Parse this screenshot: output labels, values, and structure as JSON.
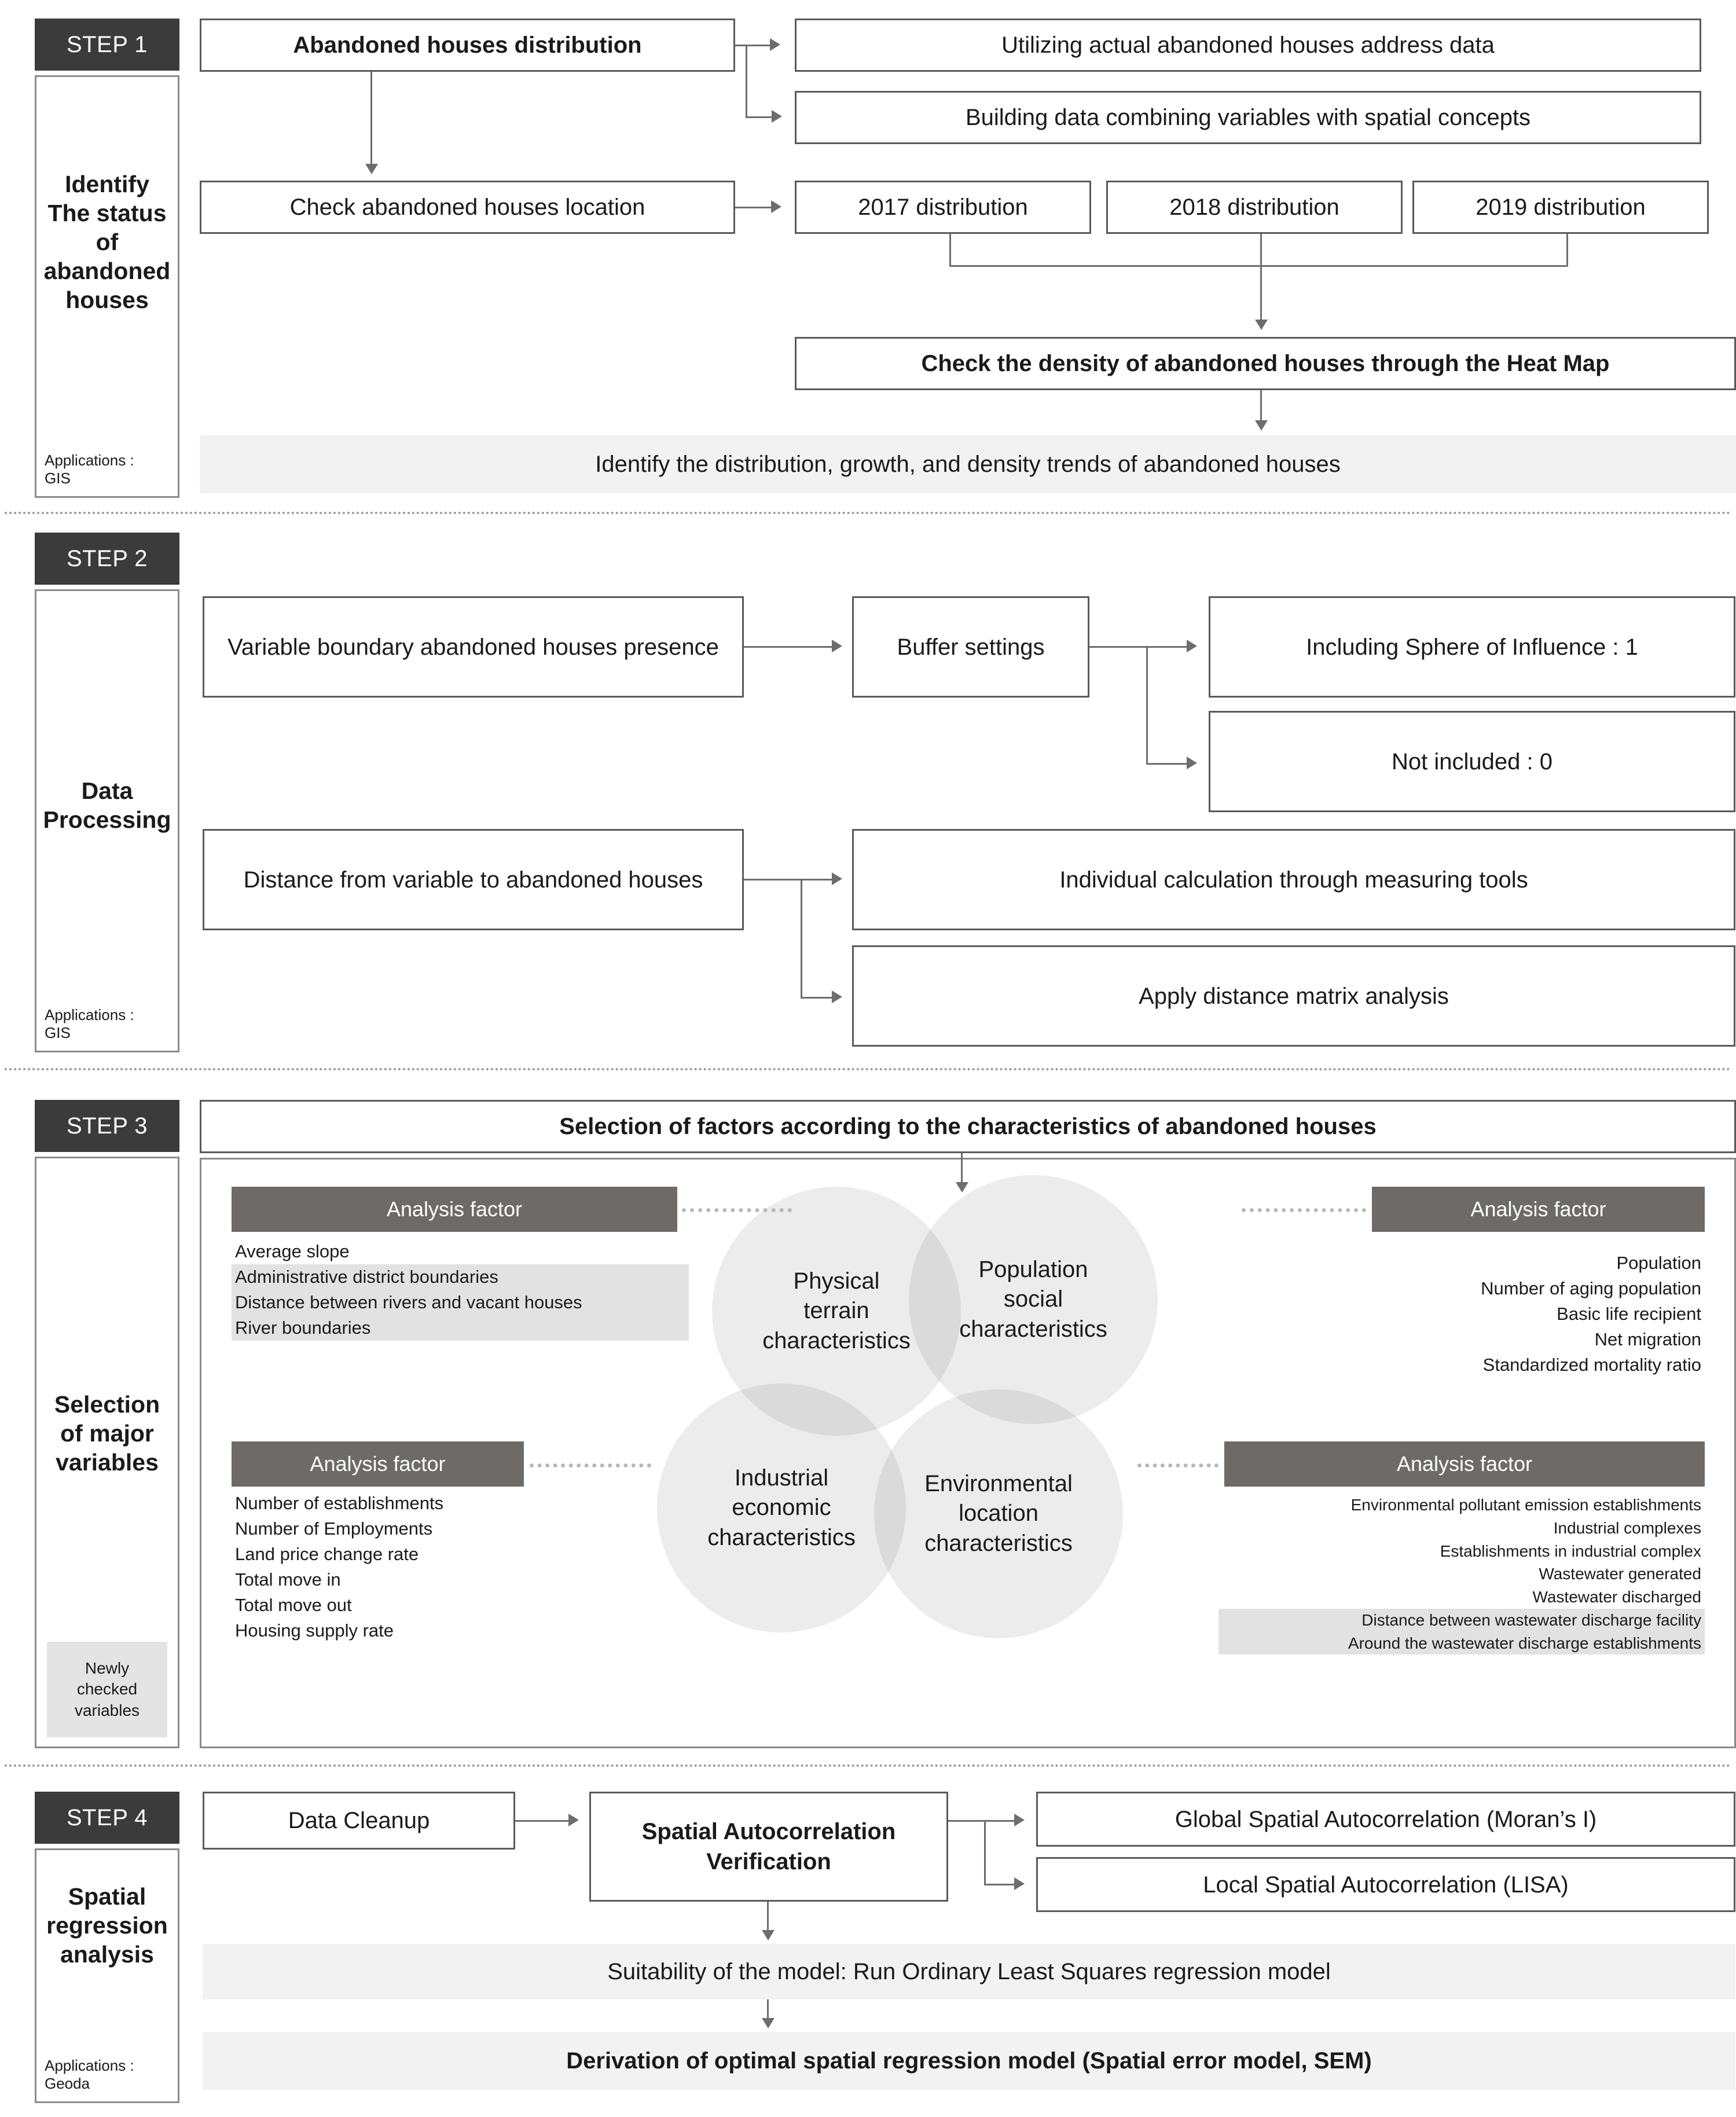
{
  "steps": [
    {
      "chip": "STEP 1",
      "side_title": "Identify\nThe status\nof\nabandoned\nhouses",
      "side_app": "Applications :\nGIS",
      "boxes": {
        "b1": "Abandoned houses distribution",
        "b2": "Utilizing actual abandoned houses address data",
        "b3": "Building data combining variables with spatial concepts",
        "b4": "Check abandoned houses location",
        "b5": "2017 distribution",
        "b6": "2018 distribution",
        "b7": "2019 distribution",
        "b8": "Check the density of abandoned houses through the Heat Map",
        "b9": "Identify the distribution, growth, and density trends of abandoned houses"
      }
    },
    {
      "chip": "STEP 2",
      "side_title": "Data\nProcessing",
      "side_app": "Applications :\nGIS",
      "boxes": {
        "b1": "Variable boundary abandoned houses presence",
        "b2": "Buffer settings",
        "b3": "Including Sphere of Influence : 1",
        "b4": "Not included : 0",
        "b5": "Distance from variable to abandoned houses",
        "b6": "Individual calculation through measuring tools",
        "b7": "Apply distance matrix analysis"
      }
    },
    {
      "chip": "STEP 3",
      "side_title": "Selection\nof major\nvariables",
      "side_note": "Newly\nchecked\nvariables",
      "header": "Selection of factors according to the characteristics of abandoned houses",
      "analysis_head": "Analysis factor",
      "venn": [
        "Physical\nterrain\ncharacteristics",
        "Population\nsocial\ncharacteristics",
        "Industrial\neconomic\ncharacteristics",
        "Environmental\nlocation\ncharacteristics"
      ],
      "factors_tl": [
        {
          "text": "Average slope",
          "highlight": false
        },
        {
          "text": "Administrative district boundaries",
          "highlight": true
        },
        {
          "text": "Distance between rivers and vacant houses",
          "highlight": true
        },
        {
          "text": "River boundaries",
          "highlight": true
        }
      ],
      "factors_tr": [
        {
          "text": "Population",
          "highlight": false
        },
        {
          "text": "Number of aging population",
          "highlight": false
        },
        {
          "text": "Basic life recipient",
          "highlight": false
        },
        {
          "text": "Net migration",
          "highlight": false
        },
        {
          "text": "Standardized mortality ratio",
          "highlight": false
        }
      ],
      "factors_bl": [
        {
          "text": "Number of establishments",
          "highlight": false
        },
        {
          "text": "Number of Employments",
          "highlight": false
        },
        {
          "text": "Land price change rate",
          "highlight": false
        },
        {
          "text": "Total move in",
          "highlight": false
        },
        {
          "text": "Total move out",
          "highlight": false
        },
        {
          "text": "Housing supply rate",
          "highlight": false
        }
      ],
      "factors_br": [
        {
          "text": "Environmental pollutant emission establishments",
          "highlight": false
        },
        {
          "text": "Industrial complexes",
          "highlight": false
        },
        {
          "text": "Establishments in industrial complex",
          "highlight": false
        },
        {
          "text": "Wastewater generated",
          "highlight": false
        },
        {
          "text": "Wastewater discharged",
          "highlight": false
        },
        {
          "text": "Distance between wastewater discharge facility",
          "highlight": true
        },
        {
          "text": "Around the wastewater discharge establishments",
          "highlight": true
        }
      ]
    },
    {
      "chip": "STEP 4",
      "side_title": "Spatial\nregression\nanalysis",
      "side_app": "Applications :\nGeoda",
      "boxes": {
        "b1": "Data Cleanup",
        "b2": "Spatial Autocorrelation Verification",
        "b3": "Global Spatial Autocorrelation (Moran’s I)",
        "b4": "Local Spatial Autocorrelation (LISA)",
        "b5": "Suitability of the model: Run Ordinary Least Squares regression model",
        "b6": "Derivation of optimal spatial regression model (Spatial error model, SEM)"
      }
    }
  ],
  "colors": {
    "chip_bg": "#3b3b3b",
    "box_border": "#5a5a5a",
    "bar_bg": "#f2f2f2",
    "analysis_head_bg": "#6e6a68",
    "highlight_bg": "#e2e2e2",
    "venn_fill": "rgba(0,0,0,0.075)",
    "connector": "#6d6d6d"
  }
}
